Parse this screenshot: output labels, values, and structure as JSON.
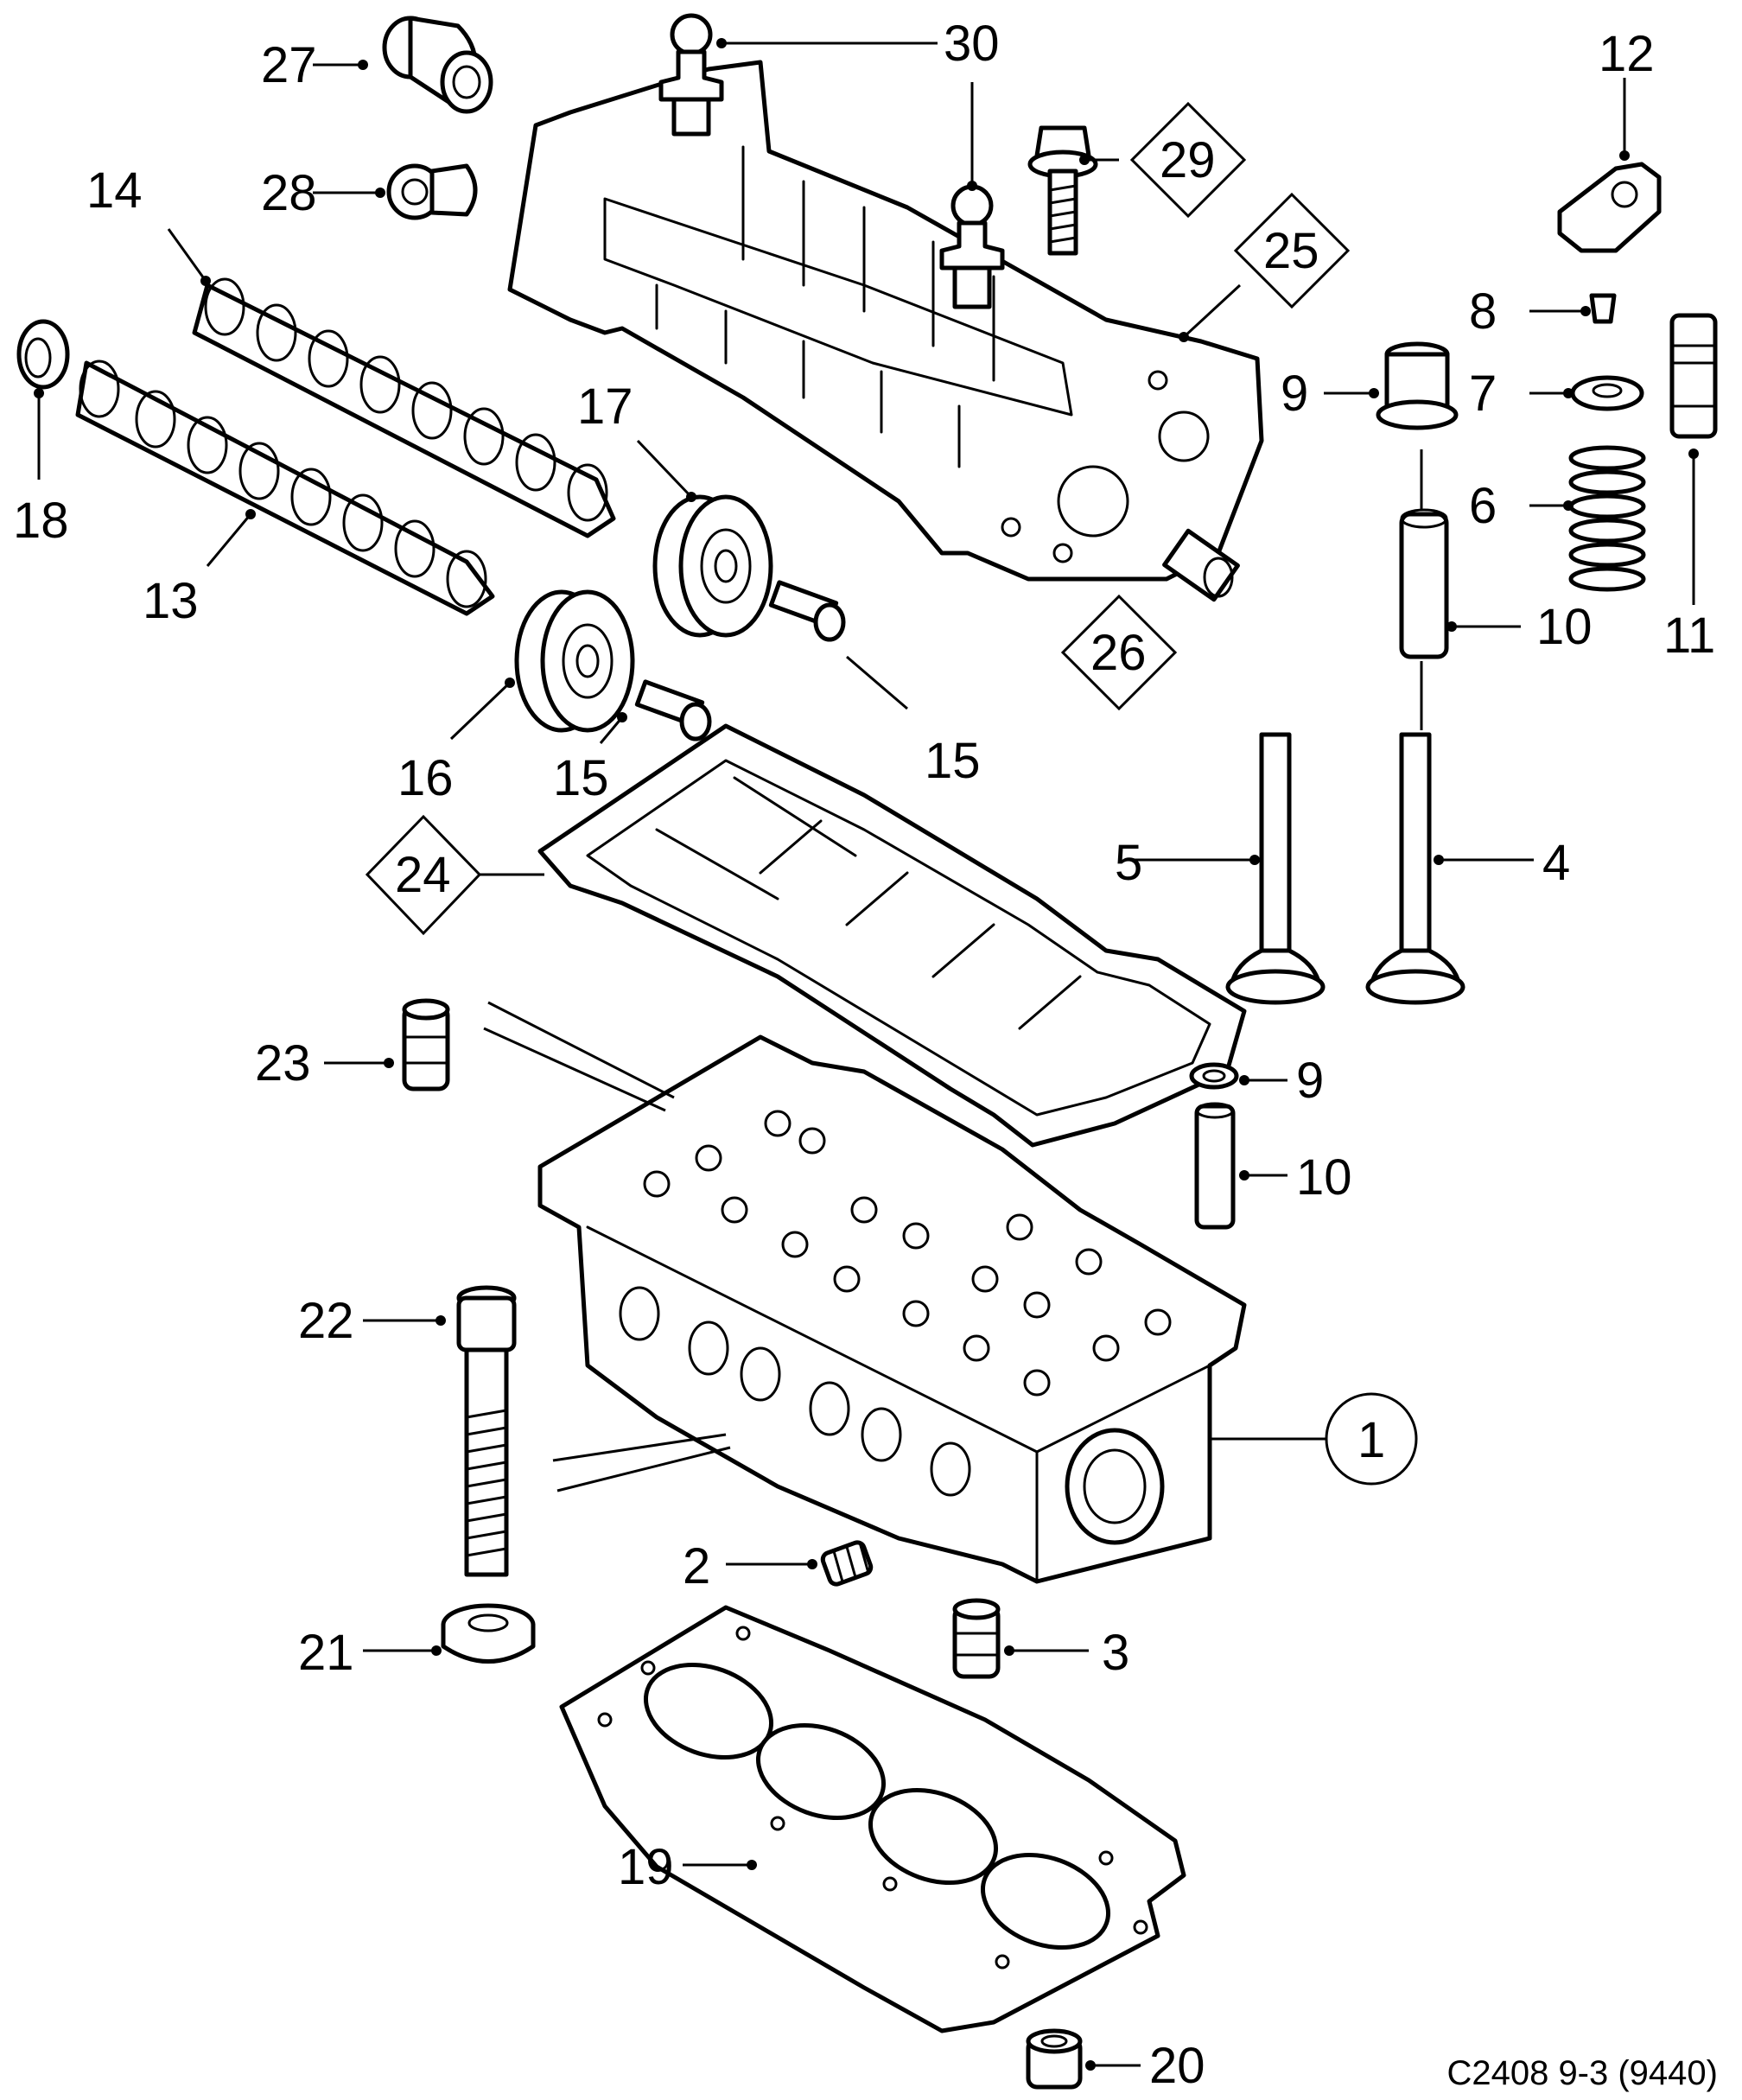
{
  "callouts": {
    "1": "1",
    "2": "2",
    "3": "3",
    "4": "4",
    "5": "5",
    "6": "6",
    "7": "7",
    "8": "8",
    "9_top": "9",
    "9_mid": "9",
    "10_top": "10",
    "10_mid": "10",
    "11": "11",
    "12": "12",
    "13": "13",
    "14": "14",
    "15_left": "15",
    "15_right": "15",
    "16": "16",
    "17": "17",
    "18": "18",
    "19": "19",
    "20": "20",
    "21": "21",
    "22": "22",
    "23": "23",
    "24": "24",
    "25": "25",
    "26": "26",
    "27": "27",
    "28": "28",
    "29": "29",
    "30": "30"
  },
  "figure_code": "C2408 9-3 (9440)",
  "colors": {
    "line": "#000000",
    "background": "#ffffff"
  }
}
